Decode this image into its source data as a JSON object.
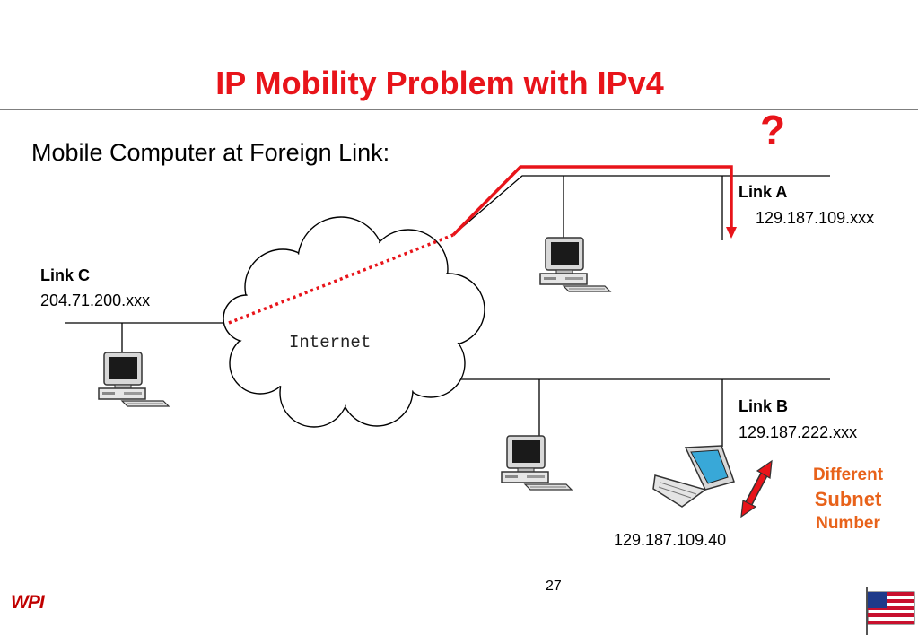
{
  "slide": {
    "title": "IP Mobility Problem with IPv4",
    "subtitle": "Mobile Computer at Foreign Link:",
    "page_number": "27",
    "logo": "WPI"
  },
  "diagram": {
    "question_mark": "?",
    "internet_label": "Internet",
    "link_a": {
      "name": "Link A",
      "address": "129.187.109.xxx"
    },
    "link_b": {
      "name": "Link B",
      "address": "129.187.222.xxx"
    },
    "link_c": {
      "name": "Link C",
      "address": "204.71.200.xxx"
    },
    "mobile_address": "129.187.109.40",
    "note": {
      "line1": "Different",
      "line2": "Subnet",
      "line3": "Number"
    },
    "colors": {
      "title": "#e8141a",
      "path": "#e8141a",
      "note": "#e8621a",
      "screen": "#38a8d8"
    }
  }
}
